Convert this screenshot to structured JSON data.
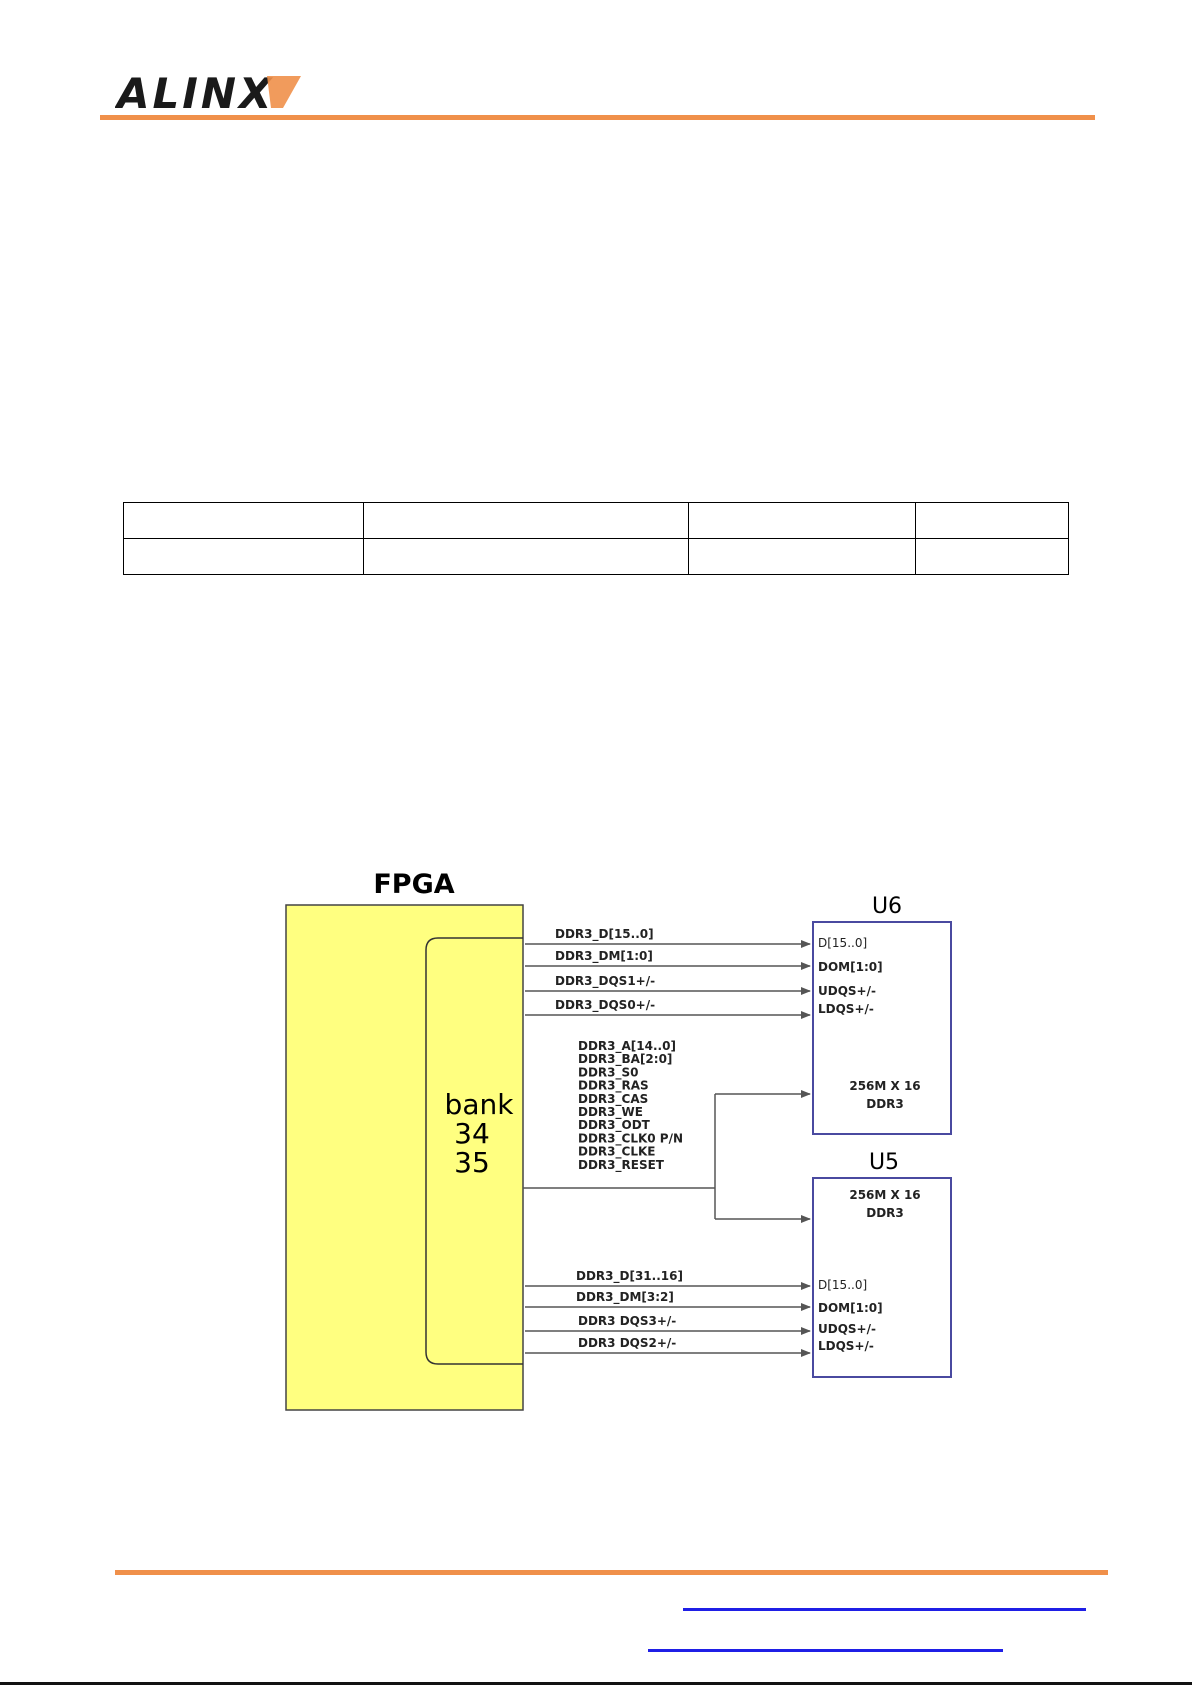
{
  "header": {
    "logo_text": "ALINX",
    "brand_color": "#f0904a",
    "logo_dark_color": "#1a1a1a"
  },
  "table": {
    "rows": [
      [
        "",
        "",
        "",
        ""
      ],
      [
        "",
        "",
        "",
        ""
      ]
    ]
  },
  "diagram": {
    "fpga_title": "FPGA",
    "bank_label": "bank",
    "bank_numbers": [
      "34",
      "35"
    ],
    "fpga_fill": "#ffff80",
    "chip_border": "#4a4aa0",
    "u6": {
      "title": "U6",
      "pins": [
        "D[15..0]",
        "DOM[1:0]",
        "UDQS+/-",
        "LDQS+/-"
      ],
      "desc_line1": "256M X 16",
      "desc_line2": "DDR3"
    },
    "u5": {
      "title": "U5",
      "pins": [
        "D[15..0]",
        "DOM[1:0]",
        "UDQS+/-",
        "LDQS+/-"
      ],
      "desc_line1": "256M X 16",
      "desc_line2": "DDR3"
    },
    "upper_signals": [
      "DDR3_D[15..0]",
      "DDR3_DM[1:0]",
      "DDR3_DQS1+/-",
      "DDR3_DQS0+/-"
    ],
    "shared_signals": [
      "DDR3_A[14..0]",
      "DDR3_BA[2:0]",
      "DDR3_S0",
      "DDR3_RAS",
      "DDR3_CAS",
      "DDR3_WE",
      "DDR3_ODT",
      "DDR3_CLK0  P/N",
      "DDR3_CLKE",
      "DDR3_RESET"
    ],
    "lower_signals": [
      "DDR3_D[31..16]",
      "DDR3_DM[3:2]",
      "DDR3  DQS3+/-",
      "DDR3  DQS2+/-"
    ]
  },
  "footer": {
    "link_color": "#1f1fe6"
  }
}
